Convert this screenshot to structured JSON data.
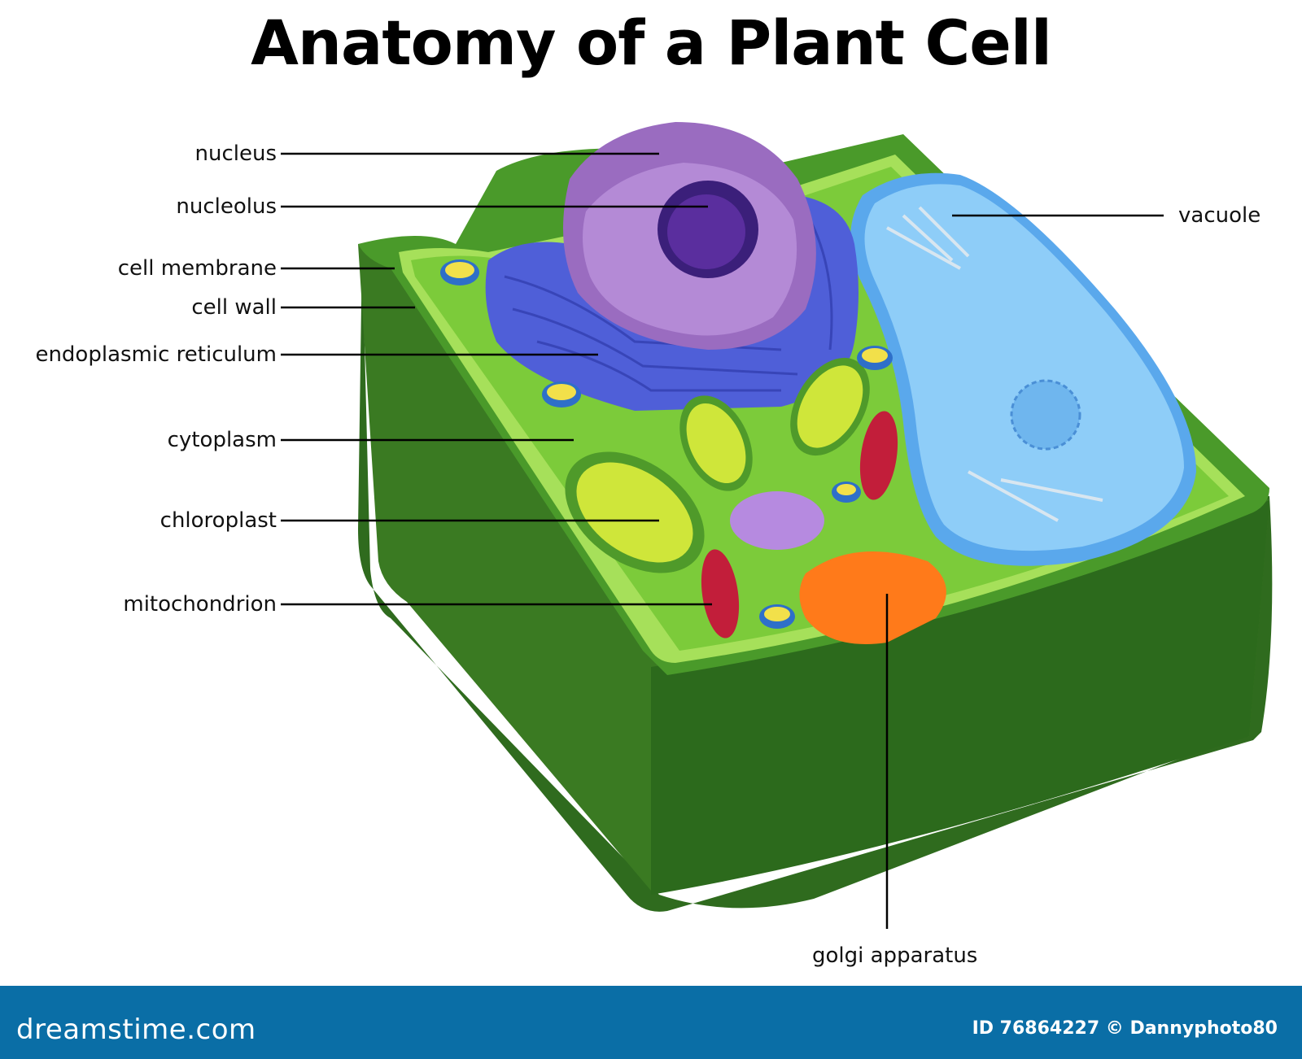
{
  "title": "Anatomy of a Plant Cell",
  "labels": {
    "nucleus": "nucleus",
    "nucleolus": "nucleolus",
    "cell_membrane": "cell membrane",
    "cell_wall": "cell wall",
    "endoplasmic_reticulum": "endoplasmic  reticulum",
    "cytoplasm": "cytoplasm",
    "chloroplast": "chloroplast",
    "mitochondrion": "mitochondrion",
    "vacuole": "vacuole",
    "golgi_apparatus": "golgi apparatus"
  },
  "footer": {
    "brand": "dreamstime.com",
    "credit": "ID 76864227 © Dannyphoto80"
  },
  "colors": {
    "wall_dark": "#2f6b1e",
    "wall_mid": "#3f8a26",
    "cytoplasm": "#7ccb3a",
    "membrane": "#a6e05a",
    "nucleus": "#9a6cc0",
    "er": "#4f5fd8",
    "vacuole": "#7cc2f4",
    "chloroplast": "#cfe63a",
    "mitochondrion": "#c21e3a",
    "golgi": "#ff7a1a",
    "footer": "#0a6ea6"
  }
}
